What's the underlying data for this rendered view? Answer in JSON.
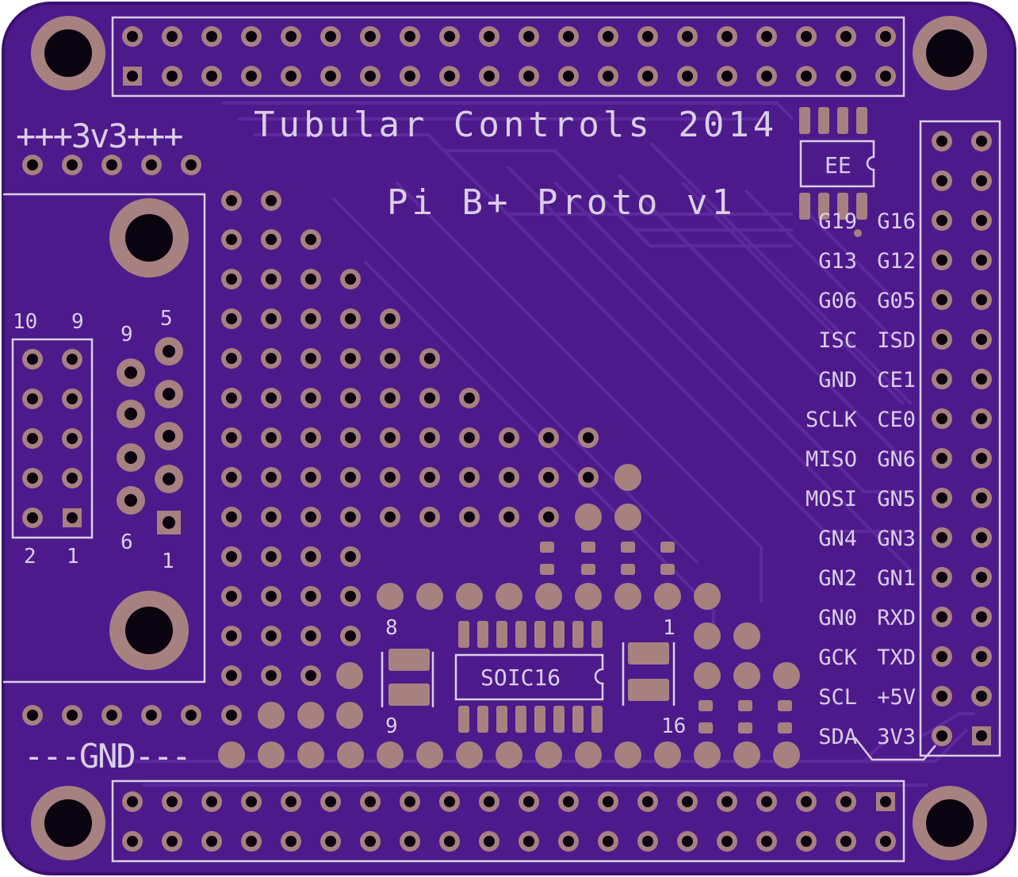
{
  "colors": {
    "board": "#4d1a8c",
    "board_edge": "#3b1170",
    "trace": "#5c2a9c",
    "pad": "#a78080",
    "hole": "#0a0410",
    "silkscreen": "#d9cfe6"
  },
  "title": "Tubular Controls 2014",
  "subtitle": "Pi B+ Proto v1",
  "power_label": "+++3v3+++",
  "gnd_label": "---GND---",
  "left_header": {
    "top_left": "10",
    "top_right": "9",
    "bottom_left": "2",
    "bottom_right": "1"
  },
  "db9": {
    "top_left": "9",
    "top_right": "5",
    "bottom_left": "6",
    "bottom_right": "1"
  },
  "chip_eeprom": "EE",
  "chip_soic": "SOIC16",
  "soic_pins": {
    "top_left": "8",
    "top_right": "1",
    "bottom_left": "9",
    "bottom_right": "16"
  },
  "gpio_labels": [
    [
      "G19",
      "G16"
    ],
    [
      "G13",
      "G12"
    ],
    [
      "G06",
      "G05"
    ],
    [
      "ISC",
      "ISD"
    ],
    [
      "GND",
      "CE1"
    ],
    [
      "SCLK",
      "CE0"
    ],
    [
      "MISO",
      "GN6"
    ],
    [
      "MOSI",
      "GN5"
    ],
    [
      "GN4",
      "GN3"
    ],
    [
      "GN2",
      "GN1"
    ],
    [
      "GN0",
      "RXD"
    ],
    [
      "GCK",
      "TXD"
    ],
    [
      "SCL",
      "+5V"
    ],
    [
      "SDA",
      "3V3"
    ]
  ]
}
